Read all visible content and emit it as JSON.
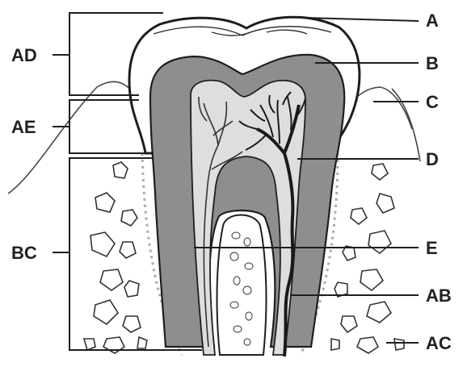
{
  "diagram": {
    "labels_right": [
      "A",
      "B",
      "C",
      "D",
      "E",
      "AB",
      "AC"
    ],
    "labels_left": [
      "AD",
      "AE",
      "BC"
    ]
  },
  "colors": {
    "ink": "#1e1e1e",
    "dentin": "#8e8e8e",
    "pulp": "#dedede",
    "enamel": "#ffffff",
    "bone": "#ffffff",
    "background": "#ffffff"
  }
}
